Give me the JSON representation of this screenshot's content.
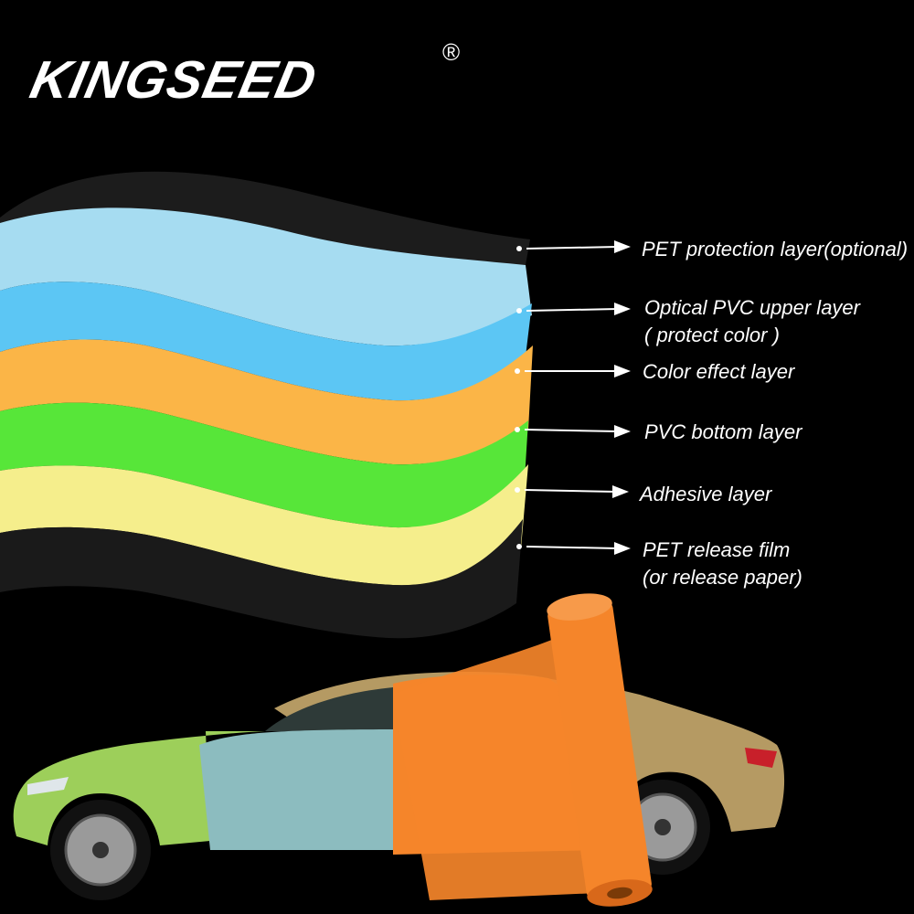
{
  "brand": {
    "name": "KINGSEED",
    "registered_mark": "®"
  },
  "colors": {
    "background": "#000000",
    "pet_protection": "#1c1c1c",
    "optical_pvc": "#a6dcf1",
    "optical_pvc_edge": "#5cc6f4",
    "color_effect": "#fbb547",
    "pvc_bottom": "#57e639",
    "adhesive": "#f5ee8c",
    "pet_release": "#1a1a1a",
    "film_orange": "#f5852a",
    "car_green": "#9dcf5a",
    "car_blue": "#8cbcbf",
    "car_gold": "#b59a63",
    "label_text": "#ffffff"
  },
  "layers": [
    {
      "id": "pet-protection",
      "lines": [
        "PET protection layer(optional)"
      ]
    },
    {
      "id": "optical-pvc",
      "lines": [
        "Optical PVC upper layer",
        "( protect color )"
      ]
    },
    {
      "id": "color-effect",
      "lines": [
        "Color effect layer"
      ]
    },
    {
      "id": "pvc-bottom",
      "lines": [
        "PVC bottom layer"
      ]
    },
    {
      "id": "adhesive",
      "lines": [
        "Adhesive layer"
      ]
    },
    {
      "id": "pet-release",
      "lines": [
        "PET release film",
        "(or release paper)"
      ]
    }
  ],
  "icons": {
    "arrow": "right-arrow-icon",
    "car": "car-illustration",
    "roll": "film-roll-icon"
  }
}
